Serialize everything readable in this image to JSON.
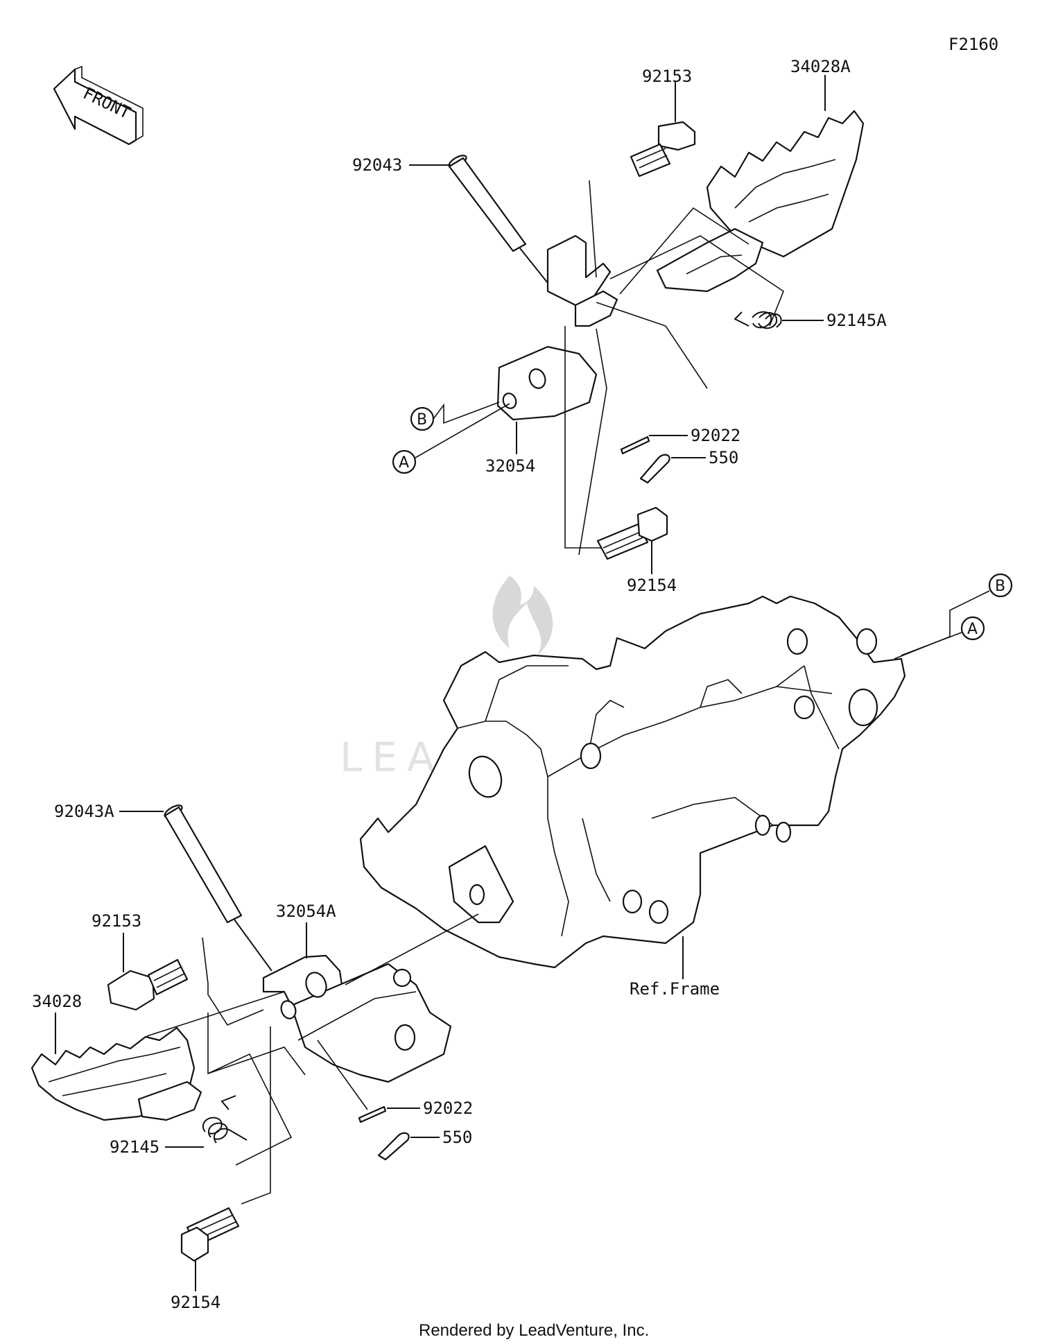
{
  "diagram_code": "F2160",
  "front_arrow_label": "FRONT",
  "watermark": "LEADVENTURE",
  "footer": "Rendered by LeadVenture, Inc.",
  "ref_frame_label": "Ref.Frame",
  "ref_circles": {
    "a": "A",
    "b": "B"
  },
  "parts": {
    "upper": {
      "bolt_top": "92153",
      "footpeg": "34028A",
      "pin": "92043",
      "spring": "92145A",
      "bracket": "32054",
      "washer": "92022",
      "cotter_pin": "550",
      "bolt_bottom": "92154"
    },
    "lower": {
      "pin": "92043A",
      "bolt_top": "92153",
      "bracket": "32054A",
      "footpeg": "34028",
      "spring": "92145",
      "washer": "92022",
      "cotter_pin": "550",
      "bolt_bottom": "92154"
    }
  },
  "colors": {
    "line": "#111111",
    "background": "#ffffff",
    "watermark": "#d8d8d8"
  }
}
